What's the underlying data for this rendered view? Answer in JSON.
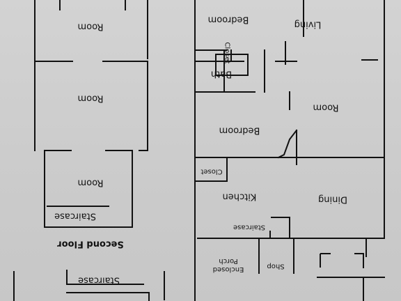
{
  "floor_title": "Second Floor",
  "rooms": {
    "living": "Living",
    "bedroom_top": "Bedroom",
    "closet_top": "Closet",
    "bath": "Bath",
    "room_main": "Room",
    "bedroom_mid": "Bedroom",
    "closet_mid": "Closet",
    "dining": "Dining",
    "kitchen": "Kitchen",
    "staircase_main": "Staircase",
    "shop": "Shop",
    "enclosed_porch_1": "Enclosed",
    "enclosed_porch_2": "Porch"
  },
  "second_floor": {
    "room_1": "Room",
    "room_2": "Room",
    "room_3": "Room",
    "staircase": "Staircase"
  },
  "lower_fragment": {
    "staircase": "Staircase"
  },
  "colors": {
    "paper": "#d0d0d0",
    "ink": "#111111"
  }
}
